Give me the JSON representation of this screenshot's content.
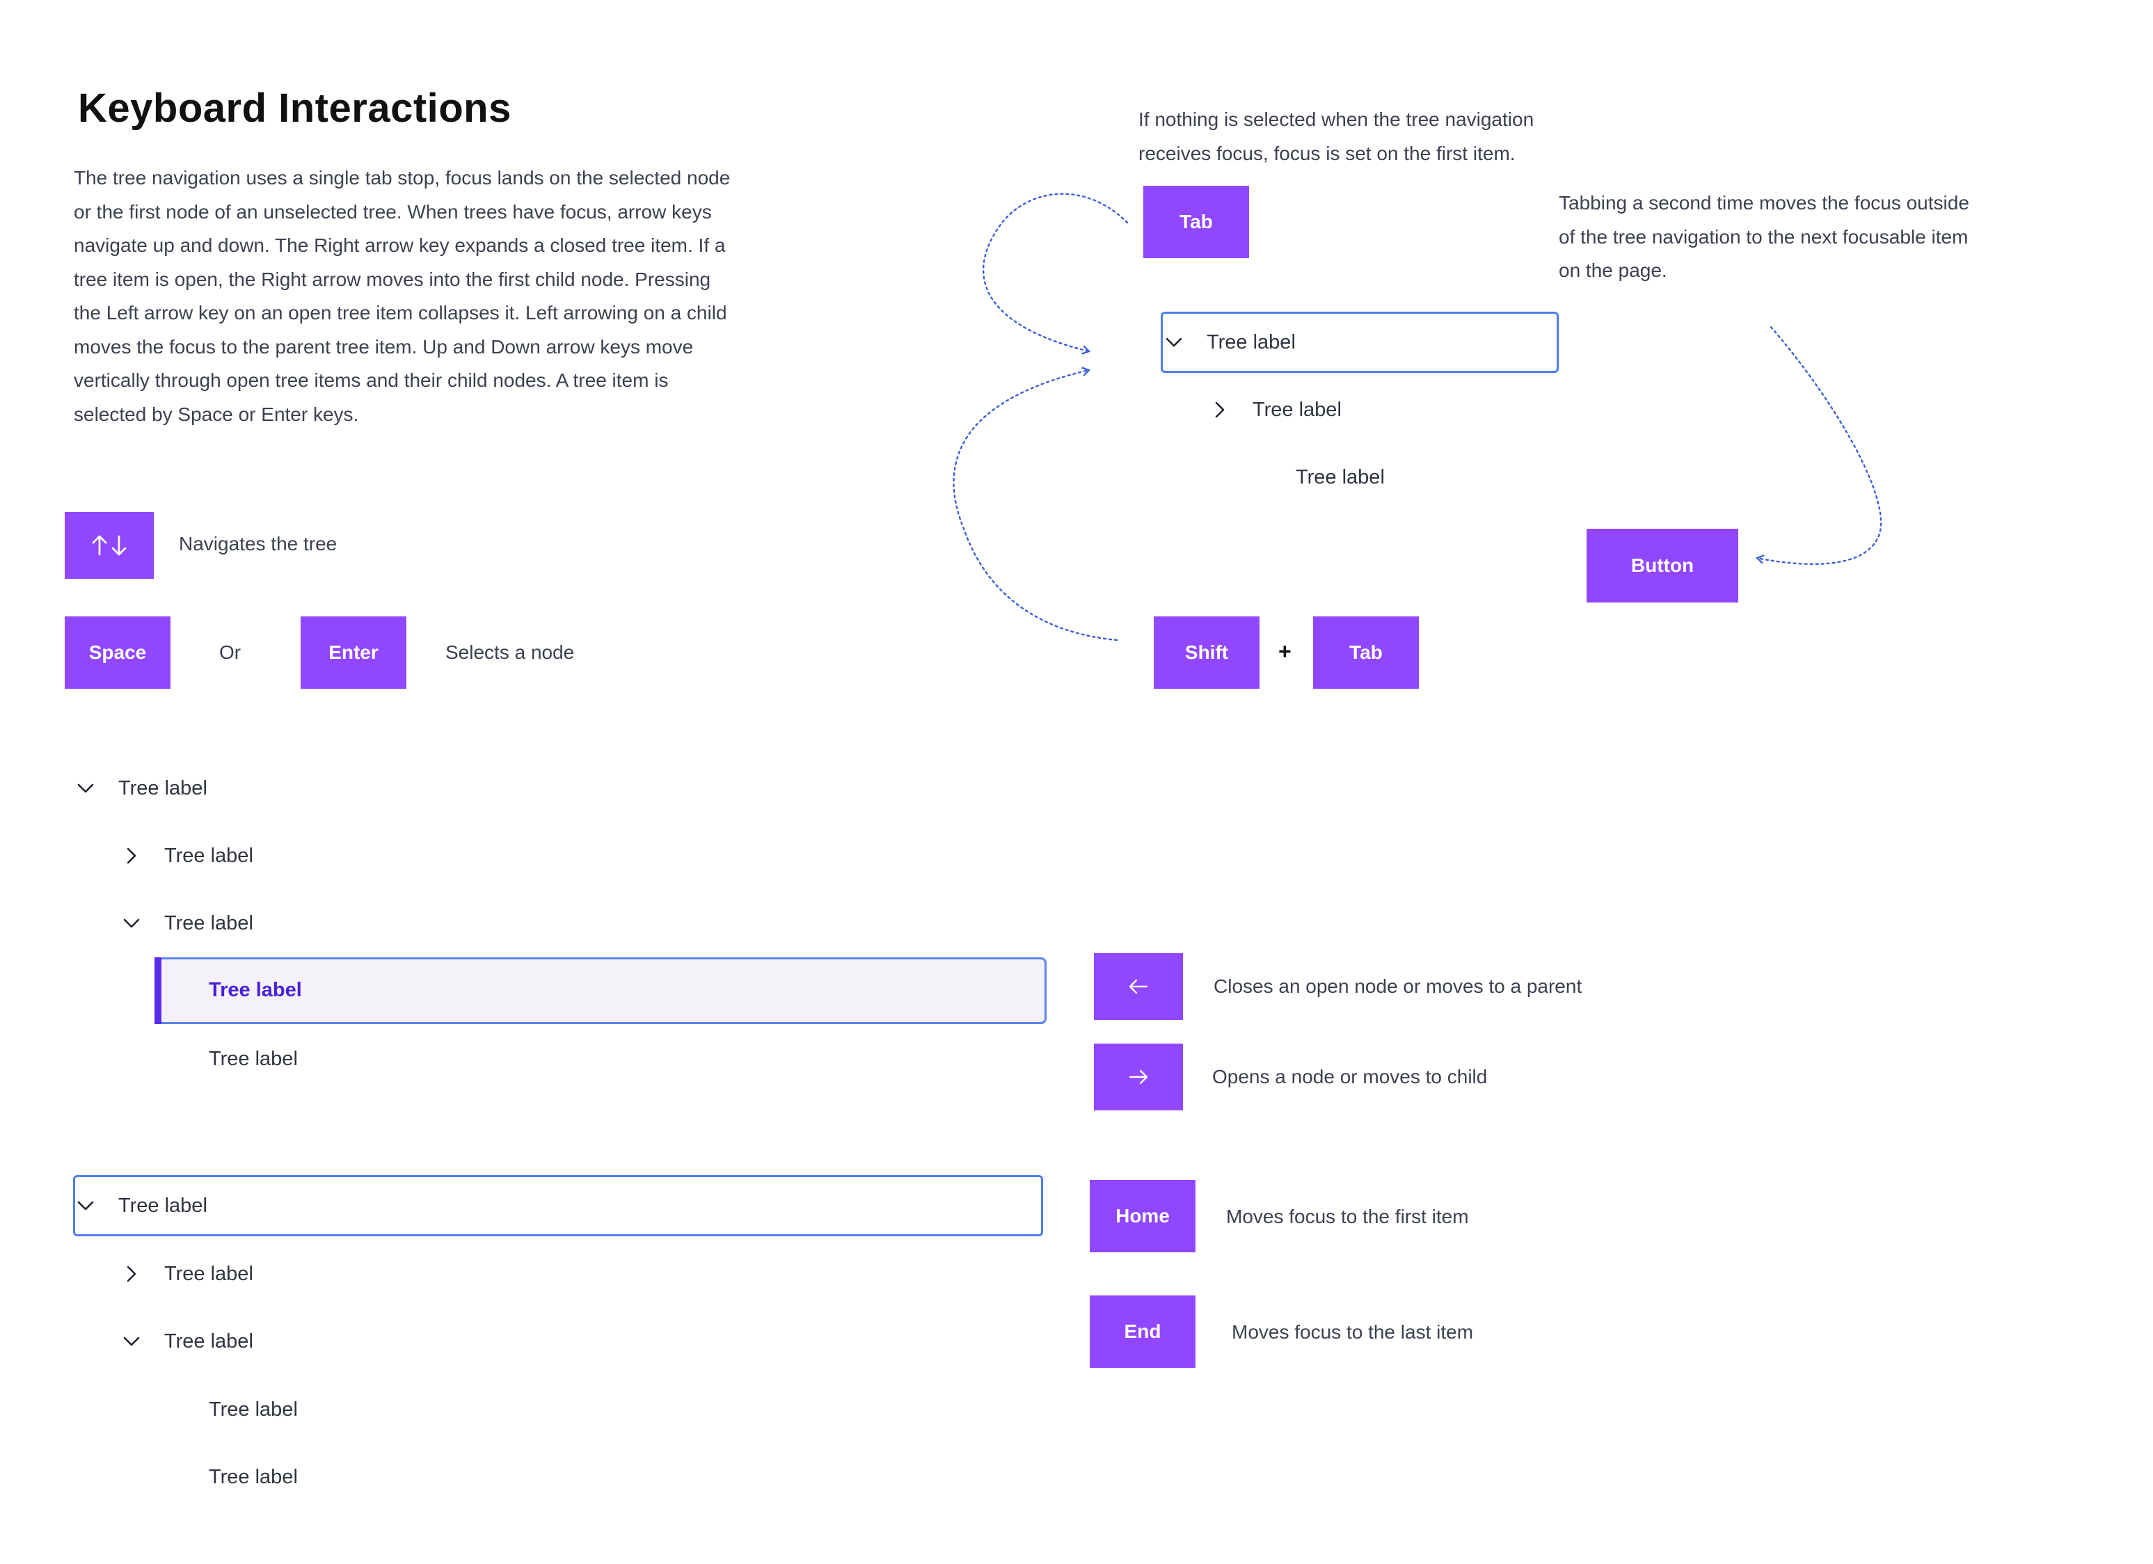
{
  "title": "Keyboard Interactions",
  "intro": "The tree navigation uses  a single tab stop, focus lands on the selected node or the first node of an unselected tree. When trees have focus, arrow keys navigate up and down. The Right arrow key expands a closed tree item. If a tree item is open, the Right arrow moves into the first child node. Pressing the Left arrow key on an open tree item collapses it. Left arrowing on a child moves the focus to the parent tree item. Up and Down arrow keys move vertically through open tree items and their child nodes. A tree item is selected by Space or Enter keys.",
  "shortcuts": {
    "updown": {
      "icon": "arrow-up-down-icon",
      "desc": "Navigates the tree"
    },
    "select": {
      "key1": "Space",
      "or": "Or",
      "key2": "Enter",
      "desc": "Selects a node"
    },
    "left": {
      "icon": "arrow-left-icon",
      "desc": "Closes an open node or moves to a parent"
    },
    "right": {
      "icon": "arrow-right-icon",
      "desc": "Opens a node or moves to child"
    },
    "home": {
      "key": "Home",
      "desc": "Moves focus to the first item"
    },
    "end": {
      "key": "End",
      "desc": "Moves focus to the last item"
    }
  },
  "tab_demo": {
    "note_first": "If nothing is selected when the tree navigation receives focus, focus is set on the first item.",
    "note_second": "Tabbing a second time moves the focus outside of the tree navigation to the next focusable item on the page.",
    "tab_key": "Tab",
    "shift_key": "Shift",
    "plus": "+",
    "tab_key2": "Tab",
    "button": "Button",
    "tree": [
      "Tree label",
      "Tree label",
      "Tree label"
    ]
  },
  "tree1": {
    "items": [
      "Tree label",
      "Tree label",
      "Tree label",
      "Tree label",
      "Tree label"
    ]
  },
  "tree2": {
    "items": [
      "Tree label",
      "Tree label",
      "Tree label",
      "Tree label",
      "Tree label"
    ]
  },
  "colors": {
    "key_bg": "#9146ff",
    "focus": "#4d7eea",
    "selected_text": "#4a1fdc"
  }
}
